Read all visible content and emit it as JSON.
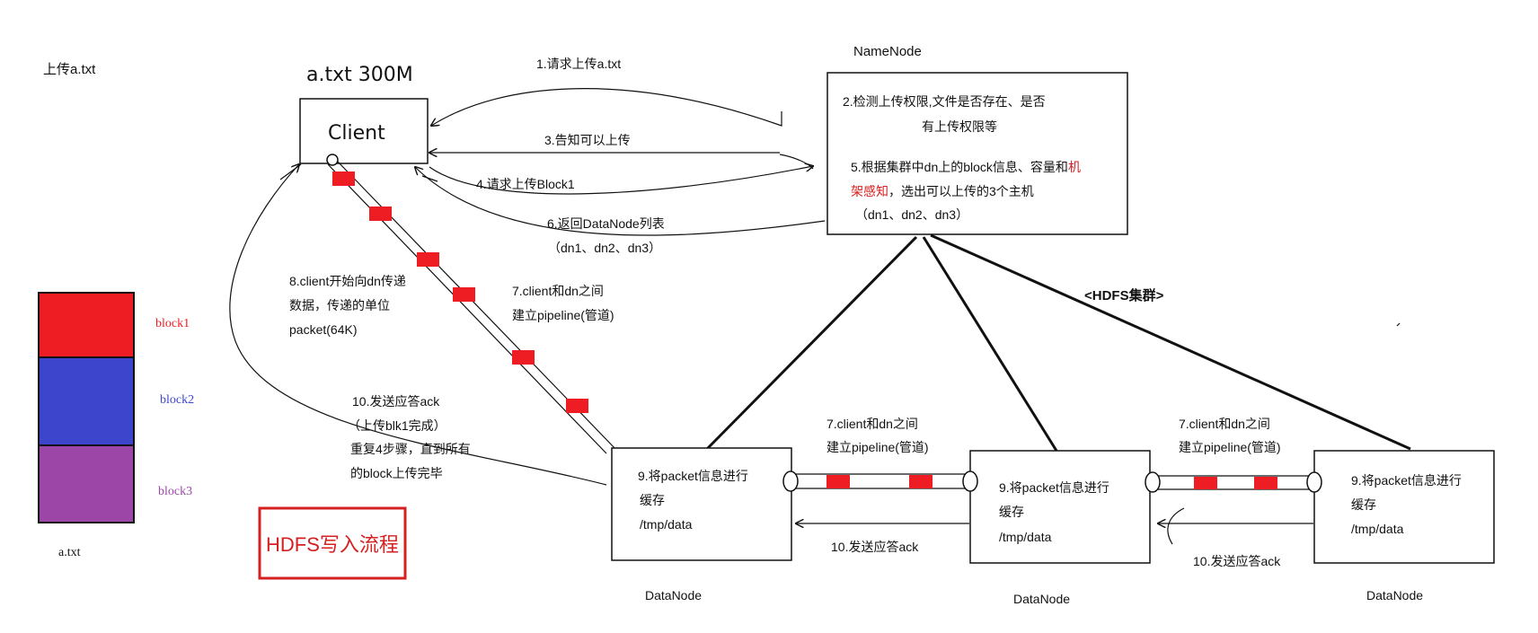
{
  "file": {
    "name_label": "上传a.txt",
    "caption": "a.txt",
    "header": "a.txt 300M",
    "blocks": [
      {
        "label": "block1",
        "color": "#ee1d24"
      },
      {
        "label": "block2",
        "color": "#3c45cc"
      },
      {
        "label": "block3",
        "color": "#9c46a8"
      }
    ]
  },
  "client": {
    "label": "Client"
  },
  "namenode": {
    "title": "NameNode",
    "line1": "2.检测上传权限,文件是否存在、是否",
    "line2": "有上传权限等",
    "line3a": "5.根据集群中dn上的block信息、容量和",
    "line3b": "机",
    "line4a": "架感知",
    "line4b": "，选出可以上传的3个主机",
    "line5": "（dn1、dn2、dn3）"
  },
  "steps": {
    "s1": "1.请求上传a.txt",
    "s3": "3.告知可以上传",
    "s4": "4.请求上传Block1",
    "s6a": "6.返回DataNode列表",
    "s6b": "（dn1、dn2、dn3）",
    "s7a": "7.client和dn之间",
    "s7b": "建立pipeline(管道)",
    "s8a": "8.client开始向dn传递",
    "s8b": "数据，传递的单位",
    "s8c": "packet(64K)",
    "s10a": "10.发送应答ack",
    "s10b": "（上传blk1完成）",
    "s10c": "重复4步骤，直到所有",
    "s10d": "的block上传完毕",
    "ack": "10.发送应答ack"
  },
  "cluster_label": "<HDFS集群>",
  "title_box": {
    "label": "HDFS写入流程",
    "color": "#d42020"
  },
  "datanodes": [
    {
      "line1": "9.将packet信息进行",
      "line2": "缓存",
      "line3": "/tmp/data",
      "caption": "DataNode"
    },
    {
      "line1": "9.将packet信息进行",
      "line2": "缓存",
      "line3": "/tmp/data",
      "caption": "DataNode"
    },
    {
      "line1": "9.将packet信息进行",
      "line2": "缓存",
      "line3": "/tmp/data",
      "caption": "DataNode"
    }
  ],
  "colors": {
    "packet": "#ee1d24",
    "highlight": "#d42020"
  }
}
